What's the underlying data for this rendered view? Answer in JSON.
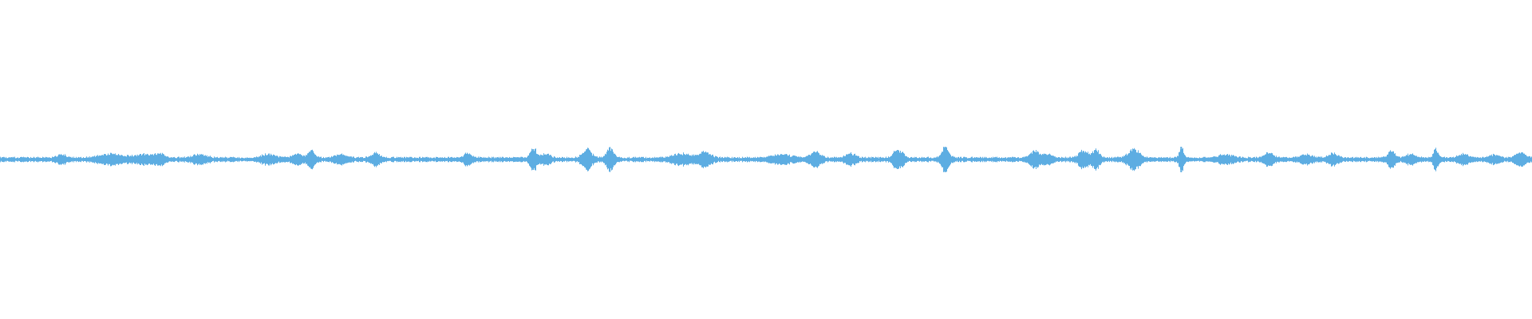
{
  "colors": {
    "waveform": "#5dade2",
    "background": "#ffffff"
  },
  "chart_data": {
    "type": "area",
    "style": "audio-waveform",
    "title": "",
    "xlabel": "",
    "ylabel": "",
    "axes_visible": false,
    "grid": false,
    "legend": "none",
    "x_range": [
      0,
      1
    ],
    "y_range": [
      -1,
      1
    ],
    "baseline_amplitude": 0.015,
    "noise_amplitude": 0.02,
    "peaks": [
      {
        "x": 0.04,
        "amplitude": 0.05,
        "width": 0.004
      },
      {
        "x": 0.072,
        "amplitude": 0.06,
        "width": 0.01
      },
      {
        "x": 0.093,
        "amplitude": 0.05,
        "width": 0.008
      },
      {
        "x": 0.104,
        "amplitude": 0.07,
        "width": 0.004
      },
      {
        "x": 0.13,
        "amplitude": 0.05,
        "width": 0.006
      },
      {
        "x": 0.175,
        "amplitude": 0.06,
        "width": 0.006
      },
      {
        "x": 0.194,
        "amplitude": 0.06,
        "width": 0.004
      },
      {
        "x": 0.203,
        "amplitude": 0.1,
        "width": 0.003
      },
      {
        "x": 0.222,
        "amplitude": 0.05,
        "width": 0.005
      },
      {
        "x": 0.245,
        "amplitude": 0.07,
        "width": 0.004
      },
      {
        "x": 0.305,
        "amplitude": 0.06,
        "width": 0.004
      },
      {
        "x": 0.348,
        "amplitude": 0.13,
        "width": 0.003
      },
      {
        "x": 0.356,
        "amplitude": 0.06,
        "width": 0.004
      },
      {
        "x": 0.383,
        "amplitude": 0.13,
        "width": 0.004
      },
      {
        "x": 0.398,
        "amplitude": 0.15,
        "width": 0.003
      },
      {
        "x": 0.445,
        "amplitude": 0.06,
        "width": 0.008
      },
      {
        "x": 0.46,
        "amplitude": 0.09,
        "width": 0.005
      },
      {
        "x": 0.51,
        "amplitude": 0.05,
        "width": 0.008
      },
      {
        "x": 0.532,
        "amplitude": 0.09,
        "width": 0.004
      },
      {
        "x": 0.555,
        "amplitude": 0.07,
        "width": 0.004
      },
      {
        "x": 0.586,
        "amplitude": 0.12,
        "width": 0.004
      },
      {
        "x": 0.617,
        "amplitude": 0.16,
        "width": 0.003
      },
      {
        "x": 0.675,
        "amplitude": 0.1,
        "width": 0.004
      },
      {
        "x": 0.683,
        "amplitude": 0.06,
        "width": 0.004
      },
      {
        "x": 0.707,
        "amplitude": 0.1,
        "width": 0.004
      },
      {
        "x": 0.715,
        "amplitude": 0.12,
        "width": 0.003
      },
      {
        "x": 0.74,
        "amplitude": 0.13,
        "width": 0.005
      },
      {
        "x": 0.771,
        "amplitude": 0.16,
        "width": 0.002
      },
      {
        "x": 0.8,
        "amplitude": 0.05,
        "width": 0.006
      },
      {
        "x": 0.828,
        "amplitude": 0.07,
        "width": 0.004
      },
      {
        "x": 0.853,
        "amplitude": 0.05,
        "width": 0.005
      },
      {
        "x": 0.87,
        "amplitude": 0.06,
        "width": 0.004
      },
      {
        "x": 0.908,
        "amplitude": 0.1,
        "width": 0.003
      },
      {
        "x": 0.921,
        "amplitude": 0.06,
        "width": 0.004
      },
      {
        "x": 0.937,
        "amplitude": 0.13,
        "width": 0.002
      },
      {
        "x": 0.955,
        "amplitude": 0.06,
        "width": 0.004
      },
      {
        "x": 0.975,
        "amplitude": 0.05,
        "width": 0.004
      },
      {
        "x": 0.992,
        "amplitude": 0.08,
        "width": 0.004
      }
    ]
  }
}
